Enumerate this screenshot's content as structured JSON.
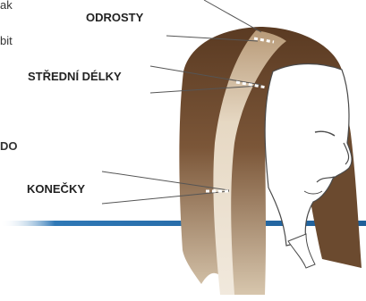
{
  "labels": {
    "roots": "ODROSTY",
    "mid_lengths": "STŘEDNÍ DÉLKY",
    "ends": "KONEČKY"
  },
  "edge_fragments": {
    "top": "ak",
    "upper": "bit",
    "lower": "DO"
  },
  "colors": {
    "hair_dark": "#5a3a22",
    "hair_mid": "#8b6544",
    "hair_light": "#c9b59a",
    "strand": "#e9ddcb",
    "skin": "#ffffff",
    "outline": "#4a4a4a",
    "accent_line": "#2f78b6"
  }
}
